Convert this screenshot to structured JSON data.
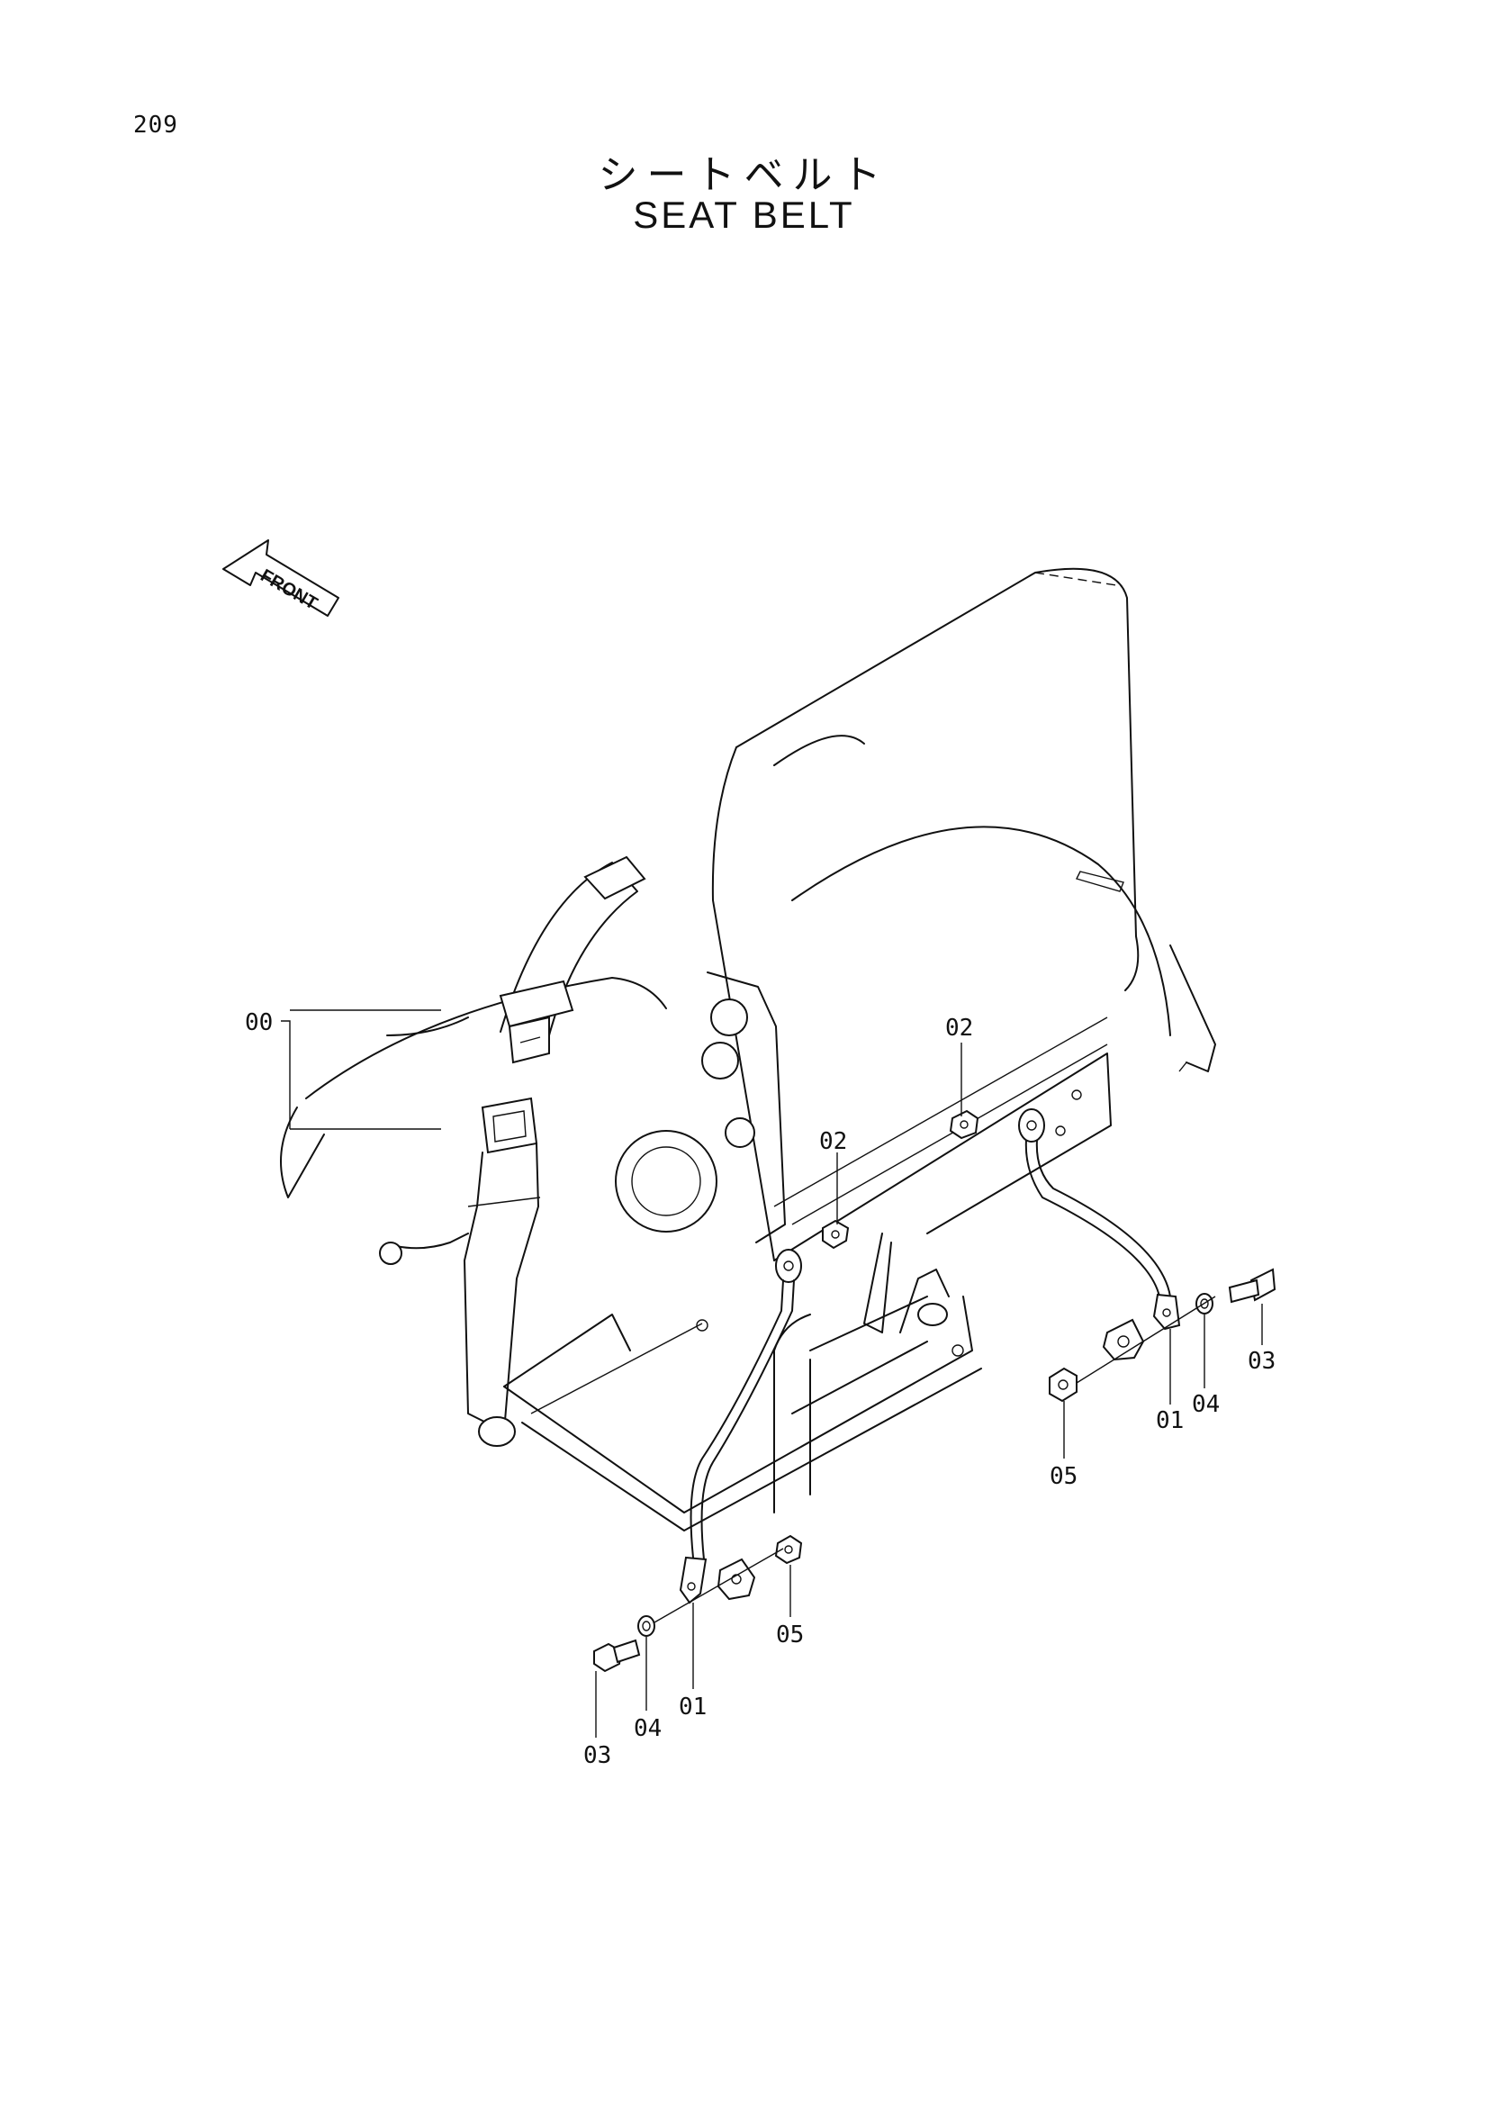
{
  "page_number": "209",
  "title_jp": "シートベルト",
  "title_en": "SEAT BELT",
  "front_indicator": "FRONT",
  "callouts": [
    {
      "id": "c00",
      "label": "00"
    },
    {
      "id": "c02a",
      "label": "02"
    },
    {
      "id": "c02b",
      "label": "02"
    },
    {
      "id": "c03r",
      "label": "03"
    },
    {
      "id": "c04r",
      "label": "04"
    },
    {
      "id": "c01r",
      "label": "01"
    },
    {
      "id": "c05r",
      "label": "05"
    },
    {
      "id": "c05l",
      "label": "05"
    },
    {
      "id": "c01l",
      "label": "01"
    },
    {
      "id": "c04l",
      "label": "04"
    },
    {
      "id": "c03l",
      "label": "03"
    }
  ]
}
